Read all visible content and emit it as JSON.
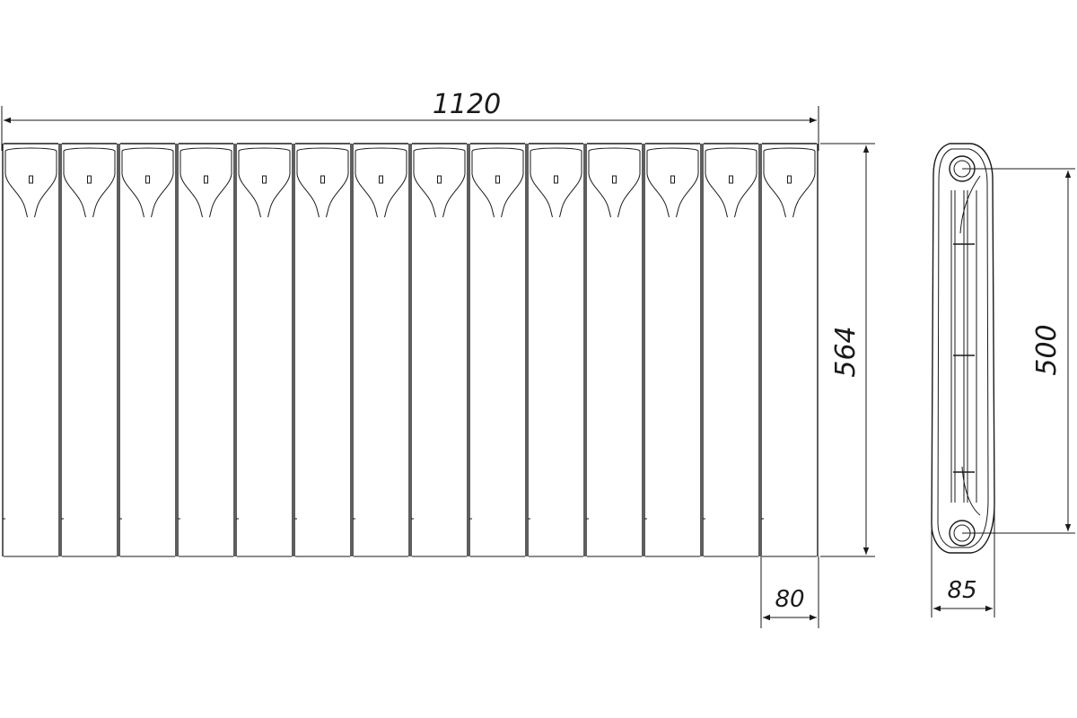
{
  "drawing": {
    "type": "radiator technical drawing",
    "front_view": {
      "section_count": 14
    },
    "side_view": {
      "rail_marks": 3
    },
    "dimensions": {
      "total_width": "1120",
      "total_height": "564",
      "section_width": "80",
      "axis_distance": "500",
      "depth": "85"
    },
    "line_color": "#1a1a1a",
    "background": "#ffffff"
  }
}
